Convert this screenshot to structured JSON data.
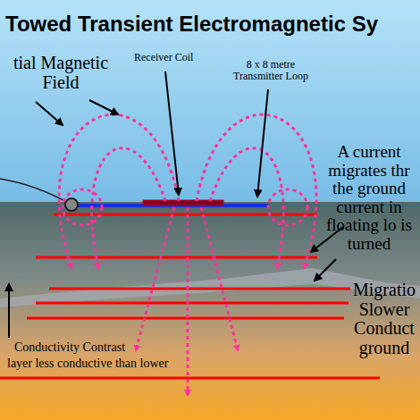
{
  "diagram": {
    "title": "Towed Transient Electromagnetic Sy",
    "labels": [
      "tial Magnetic Field",
      "Receiver Coil",
      "8 x 8 metre Transmitter Loop",
      "A current migrates thr the ground current in floating lo is turned",
      "Migratio Slower Conduct ground",
      "Conductivity Contrast",
      "layer less conductive than lower"
    ]
  }
}
